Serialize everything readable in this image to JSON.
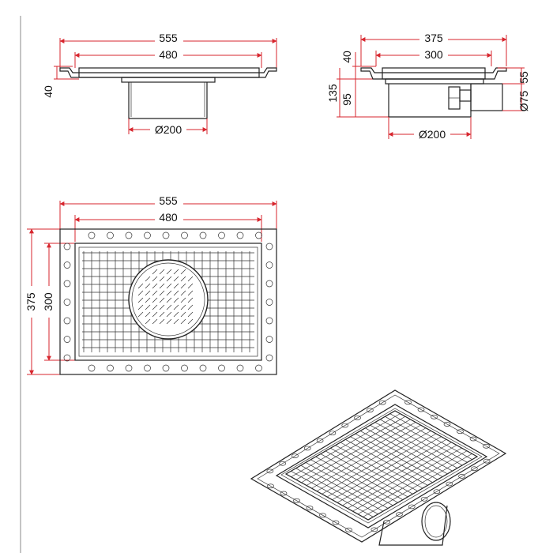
{
  "colors": {
    "dimension_line": "#d7262e",
    "outline": "#222222",
    "background": "#ffffff"
  },
  "front_view": {
    "overall_width": "555",
    "inner_width": "480",
    "flange_height": "40",
    "outlet_diameter": "Ø200"
  },
  "side_view": {
    "overall_width": "375",
    "inner_width": "300",
    "flange_height": "40",
    "total_height": "135",
    "body_height": "95",
    "outlet_height": "55",
    "pipe_diameter": "Ø75",
    "outlet_diameter": "Ø200"
  },
  "plan_view": {
    "overall_width": "555",
    "inner_width": "480",
    "overall_depth": "375",
    "inner_depth": "300"
  }
}
